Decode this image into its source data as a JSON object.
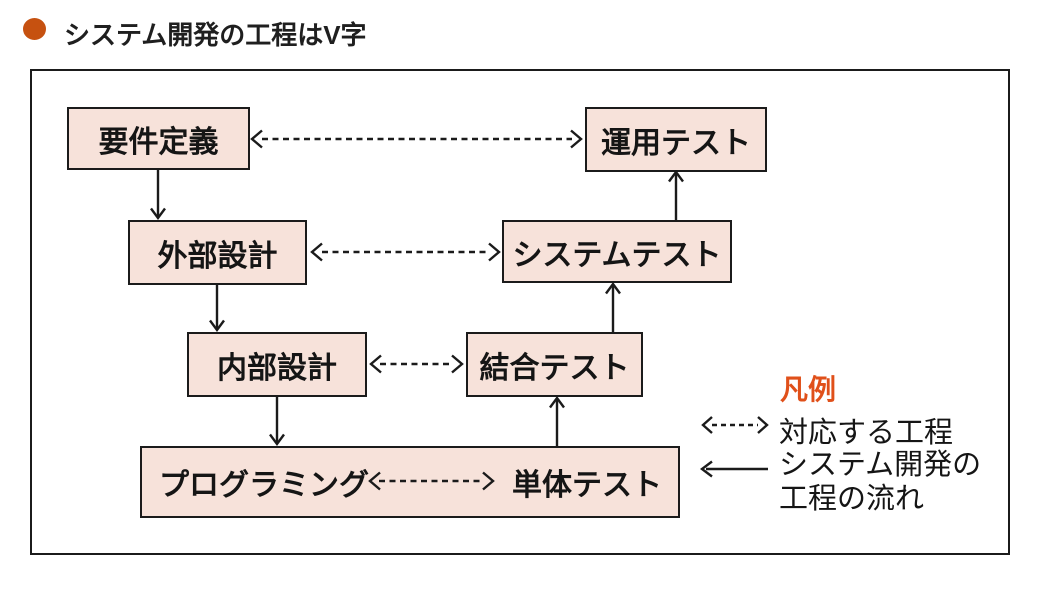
{
  "title": {
    "text": "システム開発の工程はV字"
  },
  "boxes": {
    "requirements": "要件定義",
    "external_design": "外部設計",
    "internal_design": "内部設計",
    "programming": "プログラミング",
    "unit_test": "単体テスト",
    "integration_test": "結合テスト",
    "system_test": "システムテスト",
    "operation_test": "運用テスト"
  },
  "legend": {
    "title": "凡例",
    "items": [
      {
        "symbol": "dashed-double-arrow",
        "label": "対応する工程"
      },
      {
        "symbol": "solid-arrow",
        "label": "システム開発の\n工程の流れ"
      }
    ]
  },
  "colors": {
    "box_fill": "#f7e2da",
    "line": "#1b1b1b",
    "bullet_orange": "#c65110",
    "legend_orange": "#e0501a"
  }
}
